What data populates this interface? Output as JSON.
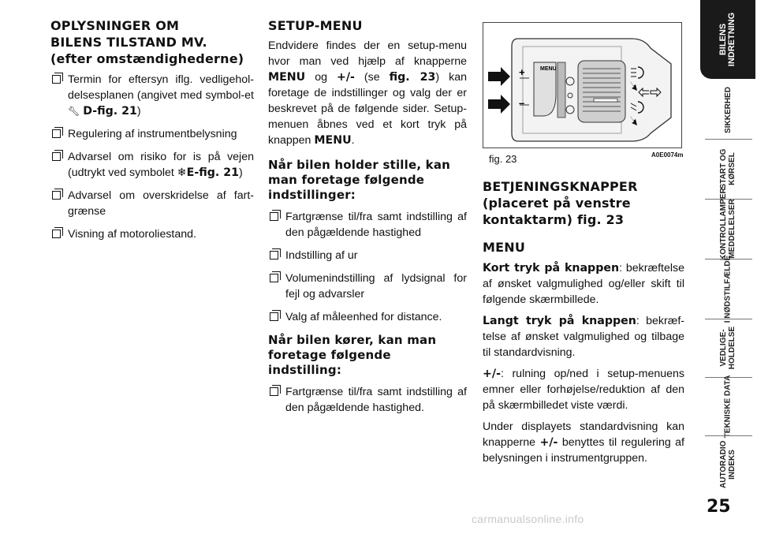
{
  "col1": {
    "heading": [
      "OPLYSNINGER OM",
      "BILENS TILSTAND MV.",
      "(efter omstændighederne)"
    ],
    "items": [
      {
        "pre": "Termin for eftersyn iflg. vedligehol-delsesplanen (angivet med symbol-et ",
        "ref": "D-fig. 21",
        "post": ")"
      },
      {
        "pre": "Regulering af instrumentbelysning"
      },
      {
        "pre": "Advarsel om risiko for is på vejen (udtrykt ved symbolet ",
        "ref": "E-fig. 21",
        "post": ")"
      },
      {
        "pre": "Advarsel om overskridelse af fart-grænse"
      },
      {
        "pre": "Visning af motoroliestand."
      }
    ]
  },
  "col2": {
    "heading": "SETUP-MENU",
    "intro": {
      "a": "Endvidere findes der en setup-menu hvor man ved hjælp af knapperne ",
      "menu": "MENU",
      "b": " og ",
      "pm": "+/-",
      "c": " (se ",
      "fig": "fig. 23",
      "d": ") kan foretage de indstillinger og valg der er beskrevet på de følgende sider. Setup-menuen åbnes ved et kort tryk på knappen ",
      "menu2": "MENU",
      "e": "."
    },
    "sub1": [
      "Når bilen holder stille, kan",
      "man foretage følgende",
      "indstillinger:"
    ],
    "list1": [
      "Fartgrænse til/fra samt indstilling af den pågældende hastighed",
      "Indstilling af ur",
      "Volumenindstilling af lydsignal for fejl og advarsler",
      "Valg af måleenhed for distance."
    ],
    "sub2": [
      "Når bilen kører, kan man",
      "foretage følgende indstilling:"
    ],
    "list2": [
      "Fartgrænse til/fra samt indstilling af den pågældende hastighed."
    ]
  },
  "figure": {
    "caption": "fig. 23",
    "code": "A0E0074m",
    "menu_label": "MENU",
    "plus": "+",
    "minus": "–"
  },
  "col3": {
    "heading": [
      "BETJENINGSKNAPPER",
      "(placeret på venstre",
      "kontaktarm) fig. 23"
    ],
    "menu_heading": "MENU",
    "short_label": "Kort tryk på knappen",
    "short_text": ": bekræftelse af ønsket valgmulighed og/eller skift til følgende skærmbillede.",
    "long_label": "Langt tryk på knappen",
    "long_text": ": bekræf-telse af ønsket valgmulighed og tilbage til standardvisning.",
    "pm_label": "+/-",
    "pm_text": ": rulning op/ned i setup-menuens emner eller forhøjelse/reduktion af den på skærmbilledet viste værdi.",
    "display": {
      "a": "Under displayets standardvisning kan knapperne ",
      "pm": "+/-",
      "b": " benyttes til regulering af belysningen i instrumentgruppen."
    }
  },
  "tabs": [
    {
      "label": "BILENS INDRETNING",
      "active": true
    },
    {
      "label": "SIKKERHED"
    },
    {
      "label": "START OG KØRSEL"
    },
    {
      "label": "KONTROLLAMPER MEDDELELSER"
    },
    {
      "label": "I NØDSTILFÆLDE"
    },
    {
      "label": "VEDLIGE-HOLDELSE"
    },
    {
      "label": "TEKNISKE DATA"
    },
    {
      "label": "AUTORADIO INDEKS"
    }
  ],
  "page_number": "25",
  "watermark": "carmanualsonline.info"
}
